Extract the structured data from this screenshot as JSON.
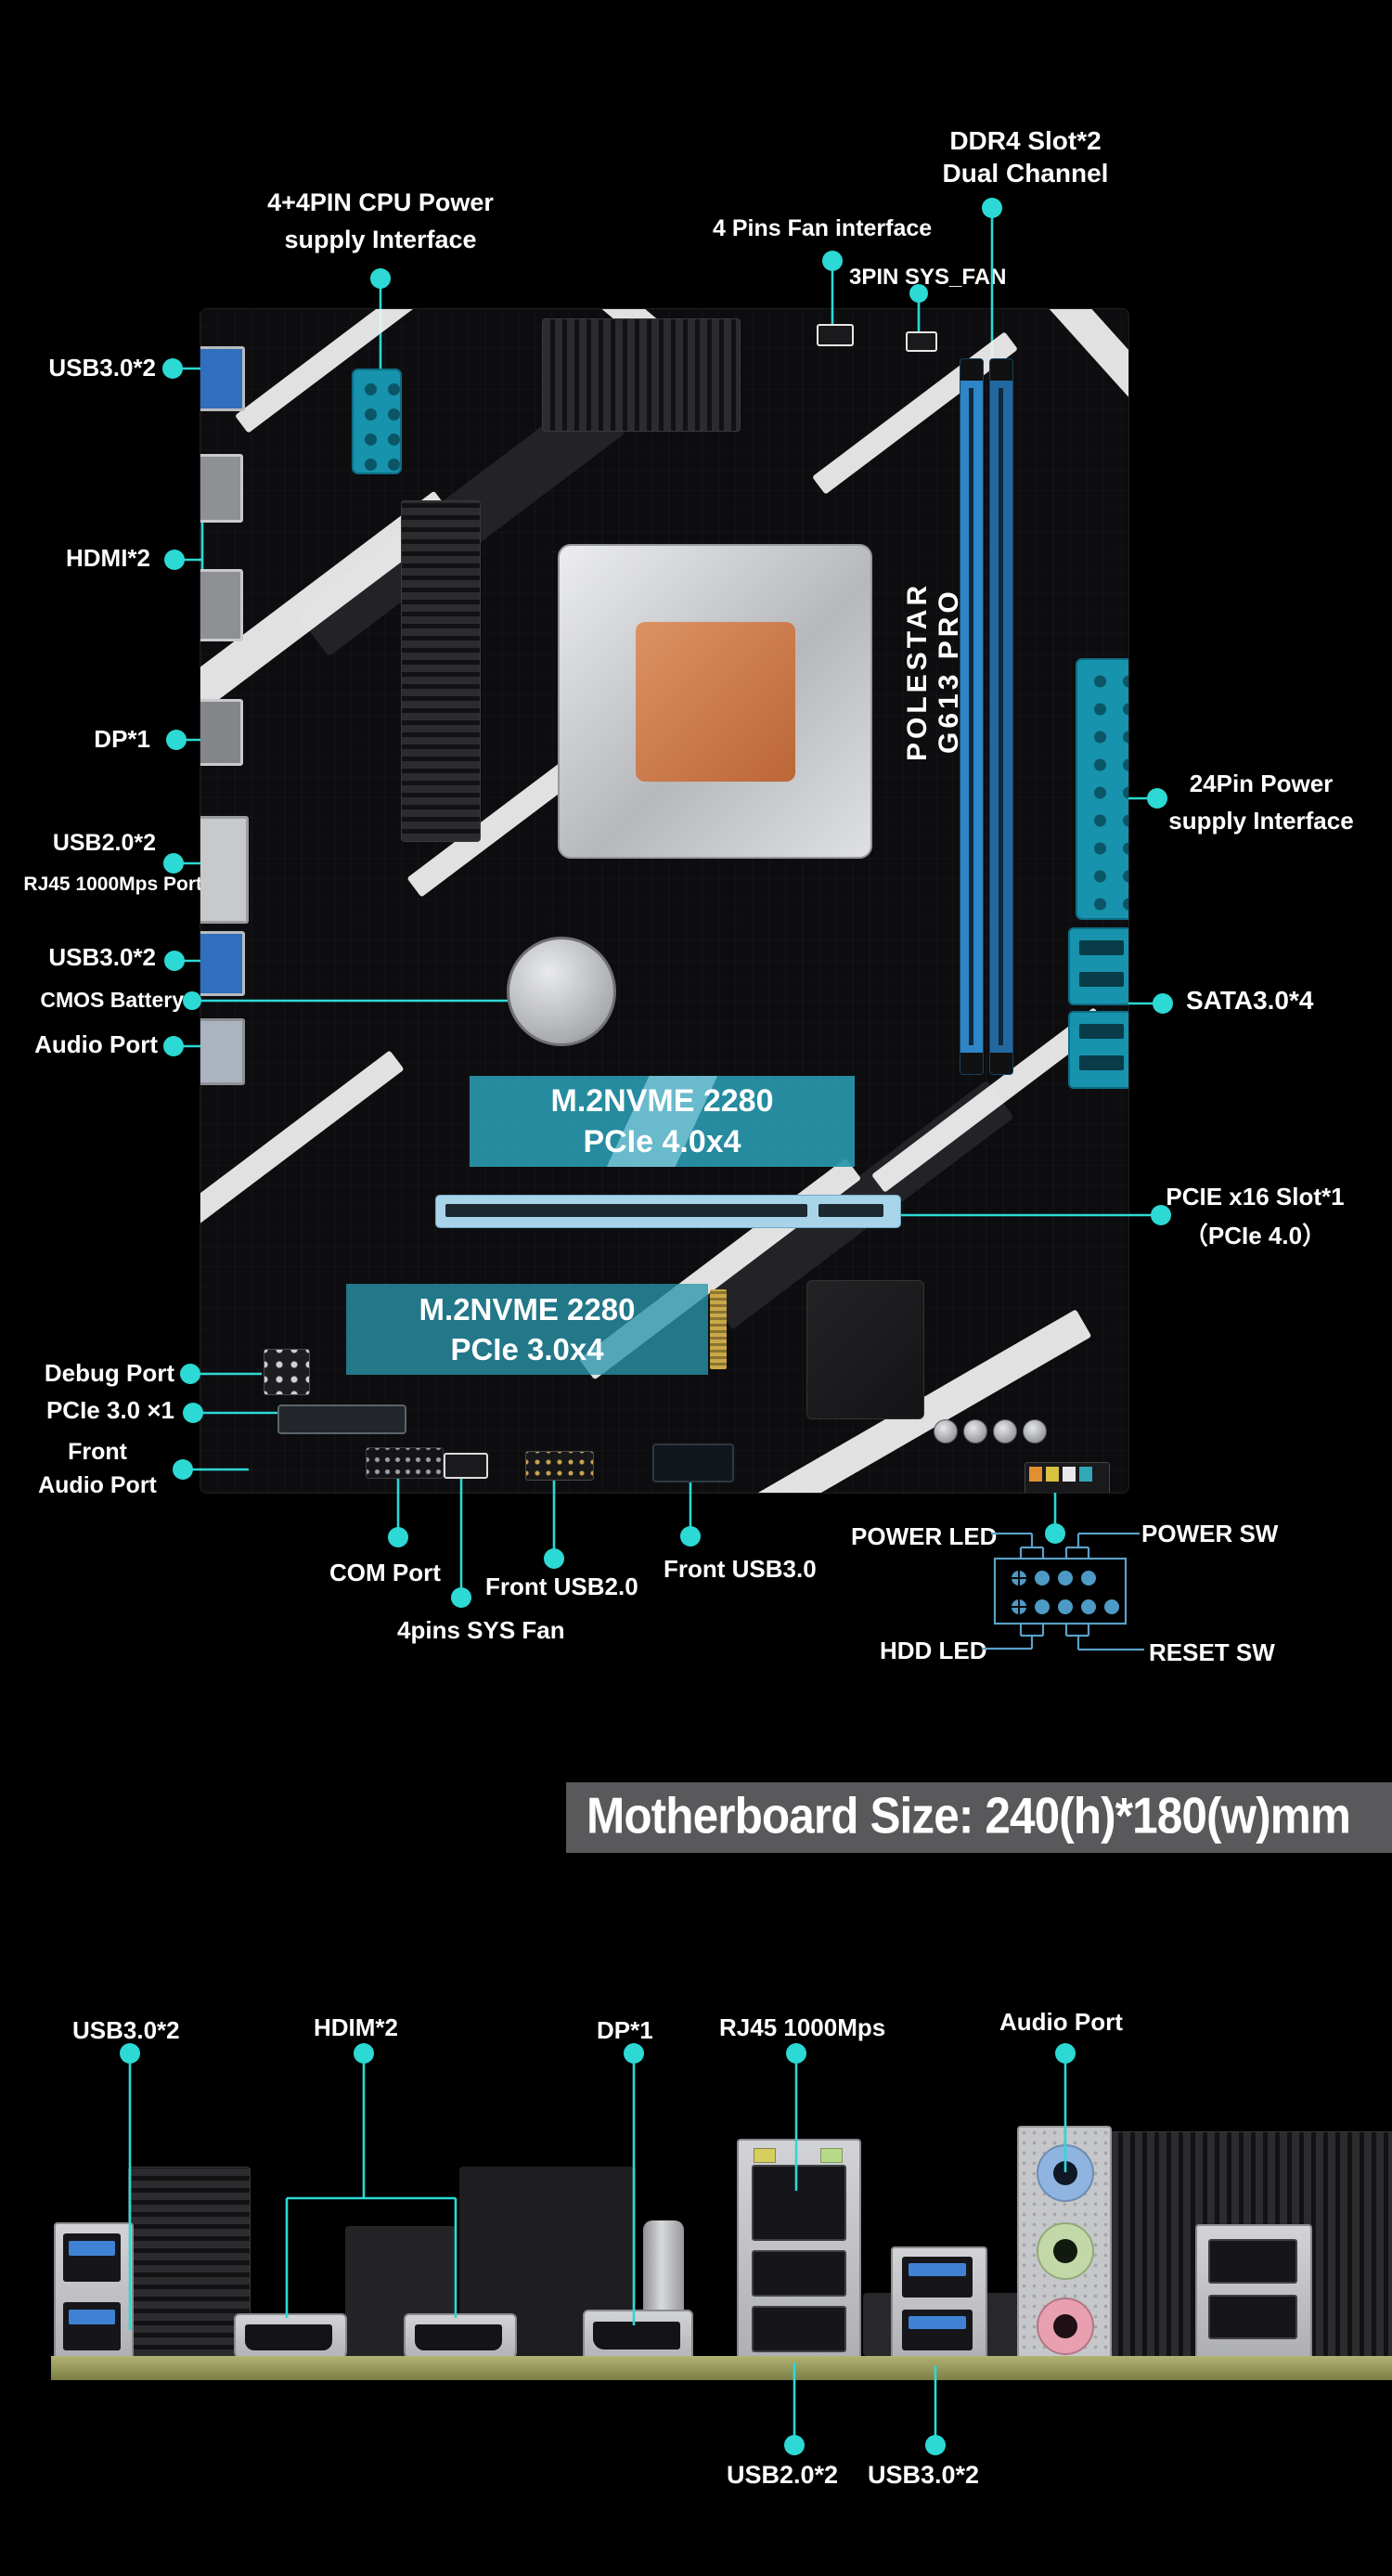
{
  "colors": {
    "background": "#000000",
    "accent_teal": "#2cd9d4",
    "diagram_blue": "#5aa0c8",
    "pcb_black": "#0d0d0f",
    "ddr_slot_blue": "#2e86c6",
    "connector_teal": "#1793ad",
    "m2_overlay_teal": "#2996aa",
    "cpu_copper": "#c97a4a",
    "banner_gray": "#59595c",
    "pcb_edge_olive": "#9a9d5f"
  },
  "board": {
    "model_text": "POLESTAR G613 PRO",
    "m2_top": {
      "line1": "M.2NVME 2280",
      "line2": "PCIe 4.0x4"
    },
    "m2_bottom": {
      "line1": "M.2NVME 2280",
      "line2": "PCIe 3.0x4"
    }
  },
  "callouts": {
    "ddr4": {
      "line1": "DDR4 Slot*2",
      "line2": "Dual Channel"
    },
    "cpu_power": {
      "line1": "4+4PIN CPU Power",
      "line2": "supply Interface"
    },
    "fan4": "4 Pins Fan interface",
    "sys_fan3": "3PIN SYS_FAN",
    "usb3_top": "USB3.0*2",
    "hdmi": "HDMI*2",
    "dp": "DP*1",
    "usb2": "USB2.0*2",
    "rj45": "RJ45 1000Mps Port",
    "usb3_mid": "USB3.0*2",
    "cmos": "CMOS Battery",
    "audio": "Audio Port",
    "atx24": {
      "line1": "24Pin Power",
      "line2": "supply Interface"
    },
    "sata": "SATA3.0*4",
    "pcie16": {
      "line1": "PCIE x16 Slot*1",
      "line2": "（PCIe 4.0）"
    },
    "debug": "Debug Port",
    "pcie1": "PCIe 3.0 ×1",
    "front_audio": {
      "line1": "Front",
      "line2": "Audio Port"
    },
    "com": "COM Port",
    "front_usb2": "Front USB2.0",
    "front_usb3": "Front USB3.0",
    "sys_fan4": "4pins SYS Fan",
    "power_led": "POWER LED",
    "power_sw": "POWER SW",
    "hdd_led": "HDD LED",
    "reset_sw": "RESET SW"
  },
  "banner": {
    "text": "Motherboard Size: 240(h)*180(w)mm"
  },
  "io_panel": {
    "usb3_top_label": "USB3.0*2",
    "hdmi_label": "HDIM*2",
    "dp_label": "DP*1",
    "rj45_label": "RJ45 1000Mps",
    "audio_label": "Audio Port",
    "usb2_bottom_label": "USB2.0*2",
    "usb3_bottom_label": "USB3.0*2"
  }
}
